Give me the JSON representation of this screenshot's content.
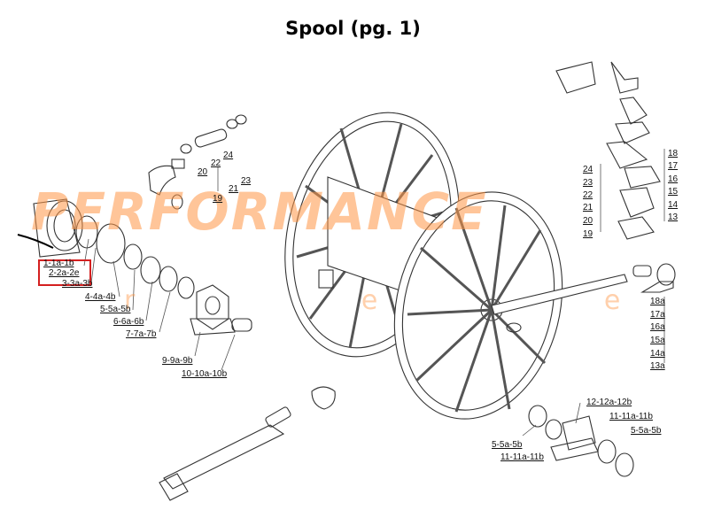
{
  "title": "Spool (pg. 1)",
  "watermark": {
    "text": "PERFORMANCE",
    "subtext": "r e e l",
    "color": "#ff9646"
  },
  "highlight_color": "#d42020",
  "left_labels": [
    {
      "id": "l1a",
      "text": "1-1a-1b"
    },
    {
      "id": "l2",
      "text": "2-2a-2e"
    },
    {
      "id": "l3",
      "text": "3-3a-3b"
    },
    {
      "id": "l4",
      "text": "4-4a-4b"
    },
    {
      "id": "l5",
      "text": "5-5a-5b"
    },
    {
      "id": "l6",
      "text": "6-6a-6b"
    },
    {
      "id": "l7",
      "text": "7-7a-7b"
    },
    {
      "id": "l9",
      "text": "9-9a-9b"
    },
    {
      "id": "l10",
      "text": "10-10a-10b"
    }
  ],
  "swivel_labels": [
    "20",
    "22",
    "24",
    "21",
    "23",
    "19"
  ],
  "right_top_labels": [
    "24",
    "23",
    "22",
    "21",
    "20",
    "19"
  ],
  "right_side_labels": [
    "18",
    "17",
    "16",
    "15",
    "14",
    "13"
  ],
  "right_axle_labels": [
    "18a",
    "17a",
    "16a",
    "15a",
    "14a",
    "13a"
  ],
  "bottom_labels": [
    "12-12a-12b",
    "11-11a-11b",
    "5-5a-5b",
    "5-5a-5b",
    "11-11a-11b"
  ]
}
